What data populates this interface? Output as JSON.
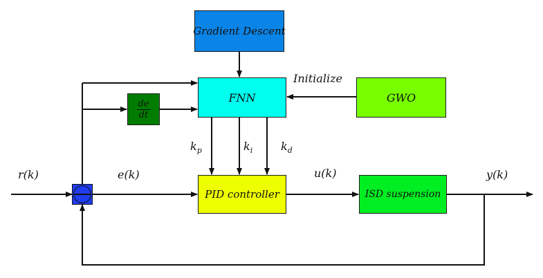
{
  "blocks": {
    "gradient_descent": "Gradient Descent",
    "fnn": "FNN",
    "gwo": "GWO",
    "derivative_num": "de",
    "derivative_den": "dt",
    "pid": "PID controller",
    "isd": "ISD suspension"
  },
  "labels": {
    "initialize": "Initialize",
    "r": "r(k)",
    "e": "e(k)",
    "u": "u(k)",
    "y": "y(k)",
    "kp_base": "k",
    "kp_sub": "p",
    "ki_base": "k",
    "ki_sub": "i",
    "kd_base": "k",
    "kd_sub": "d"
  },
  "colors": {
    "gradient_descent": "#0a84e6",
    "fnn": "#00ffee",
    "gwo": "#77ff00",
    "derivative": "#007d00",
    "pid": "#eeff00",
    "isd": "#00ee22",
    "sum": "#1f3cf0"
  }
}
